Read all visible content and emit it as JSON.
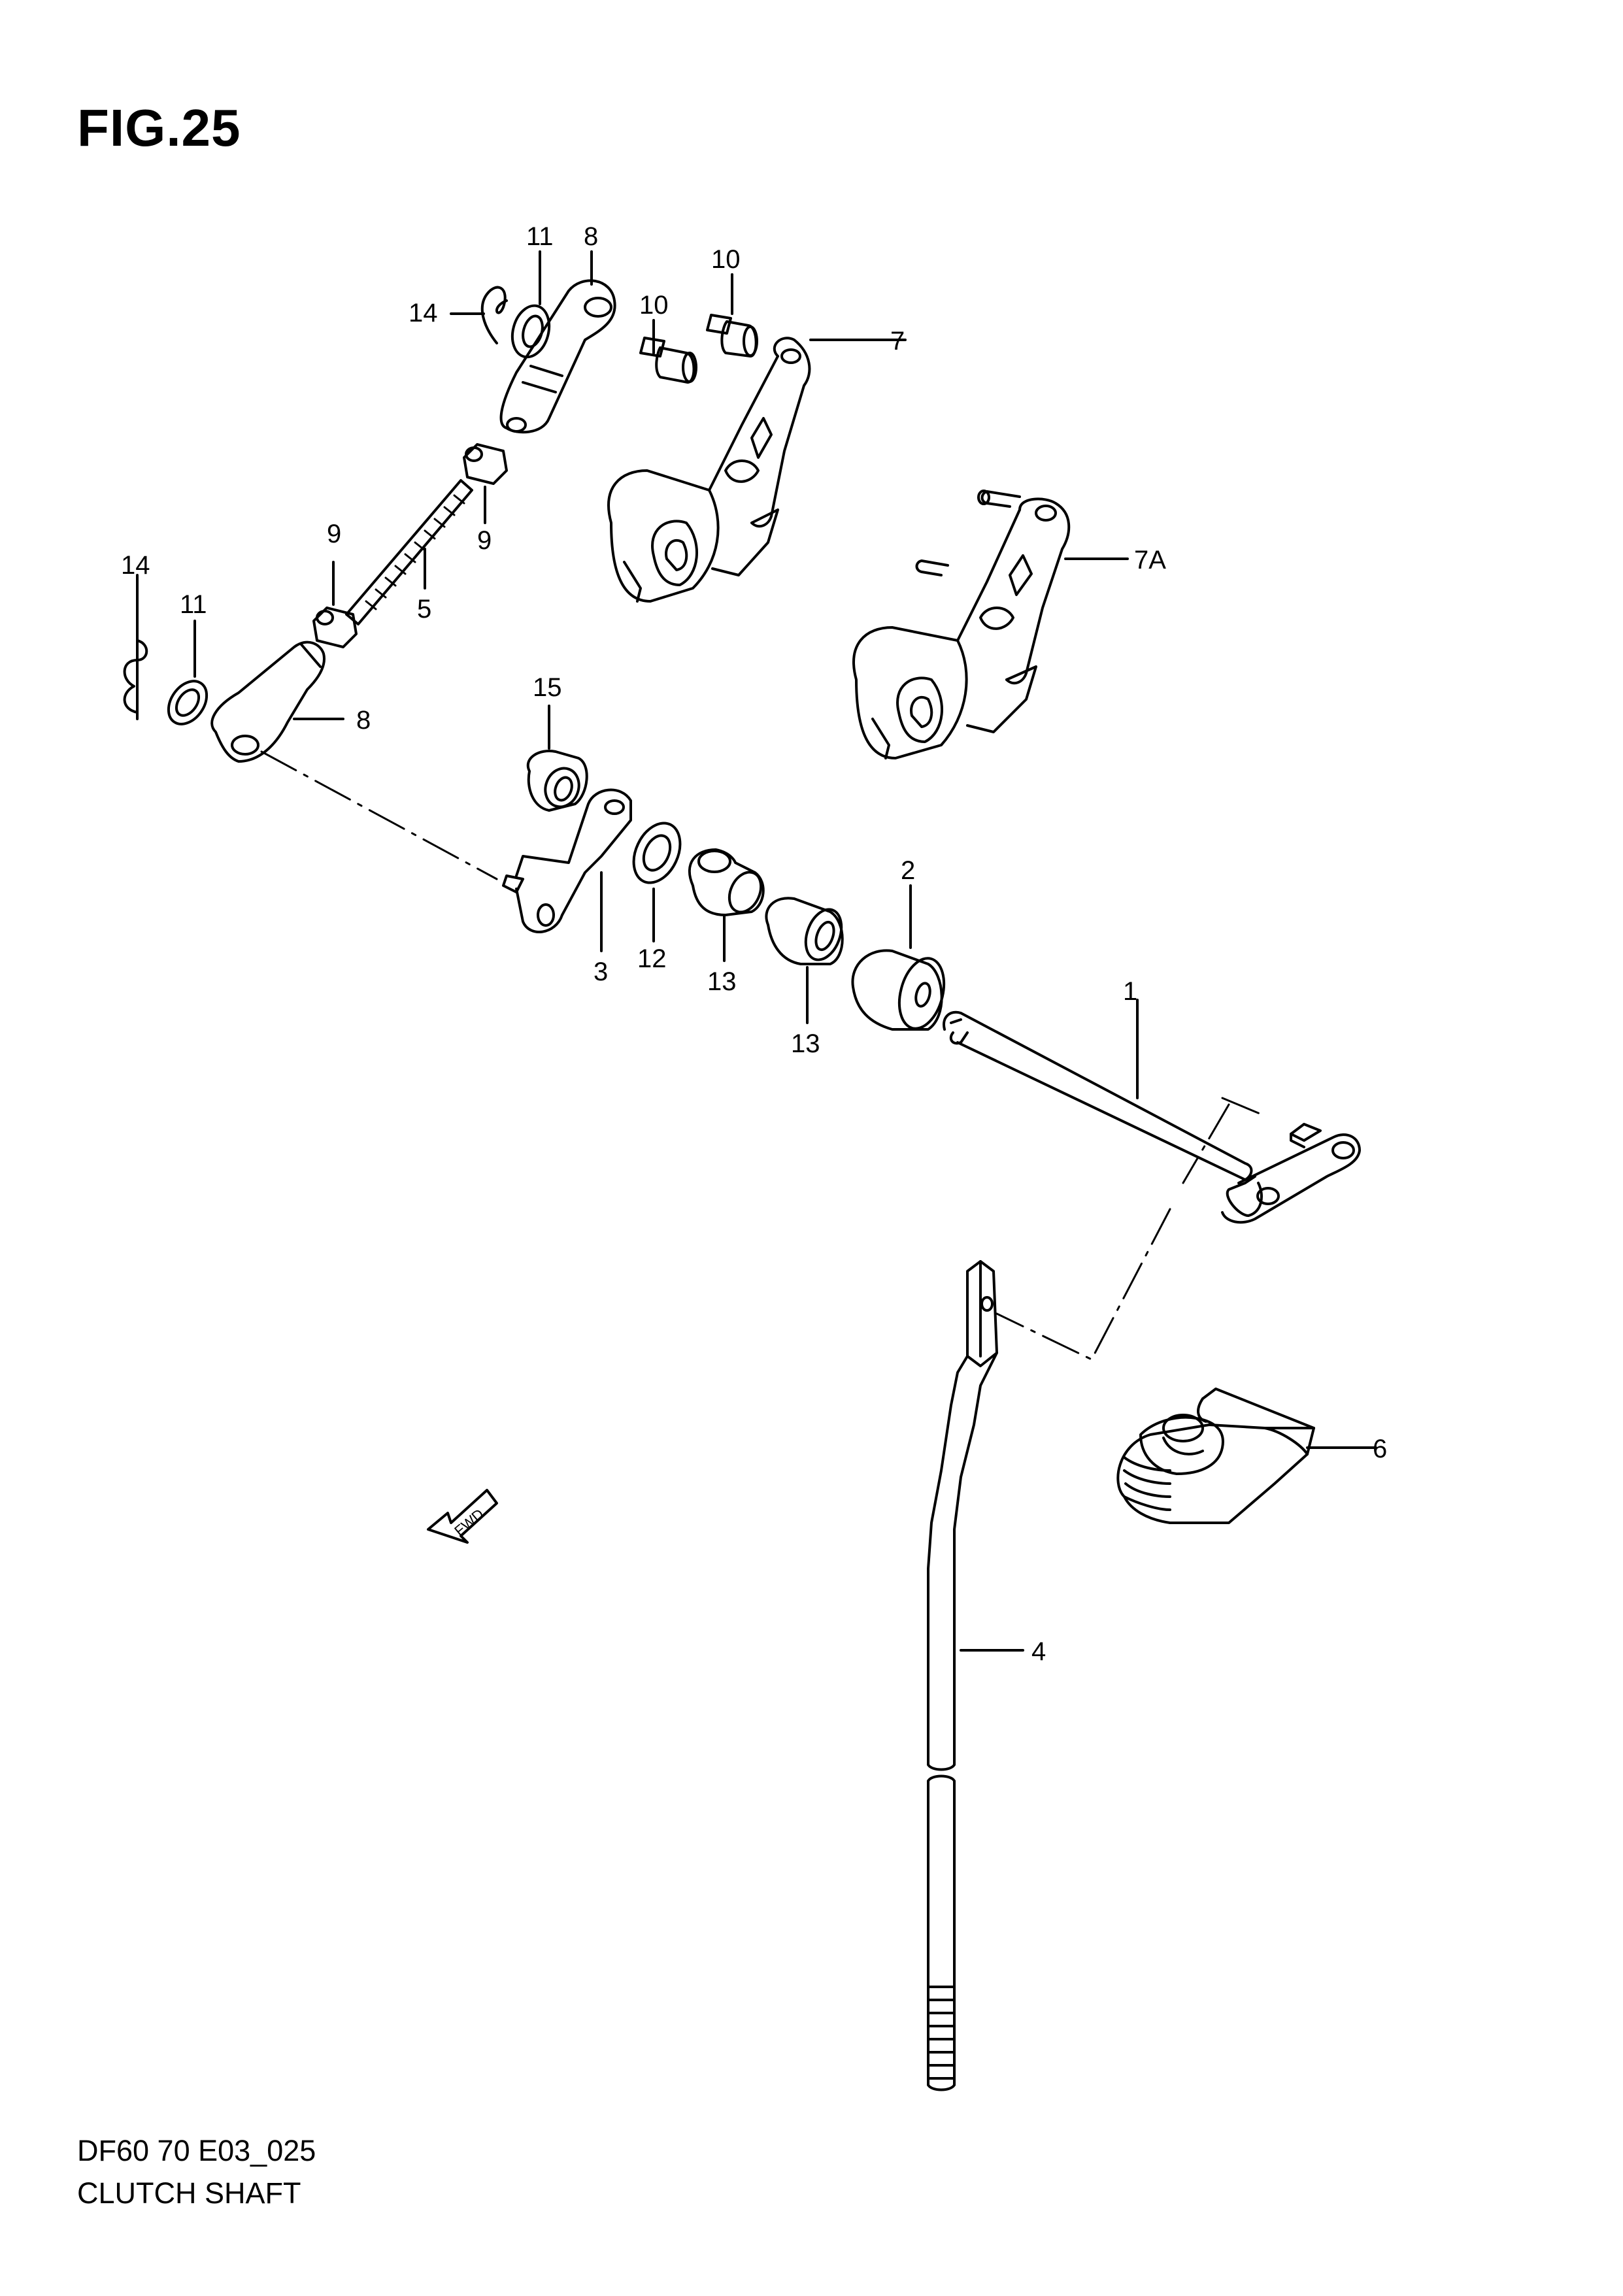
{
  "figure": {
    "title": "FIG.25"
  },
  "footer": {
    "code": "DF60 70 E03_025",
    "name": "CLUTCH SHAFT"
  },
  "fwd_label": "FWD",
  "callouts": {
    "c1": "1",
    "c2": "2",
    "c3": "3",
    "c4": "4",
    "c5": "5",
    "c6": "6",
    "c7": "7",
    "c7a": "7A",
    "c8_top": "8",
    "c8_mid": "8",
    "c9_left": "9",
    "c9_right": "9",
    "c10_left": "10",
    "c10_right": "10",
    "c11_top": "11",
    "c11_left": "11",
    "c12": "12",
    "c13_a": "13",
    "c13_b": "13",
    "c14_top": "14",
    "c14_left": "14",
    "c15": "15"
  }
}
